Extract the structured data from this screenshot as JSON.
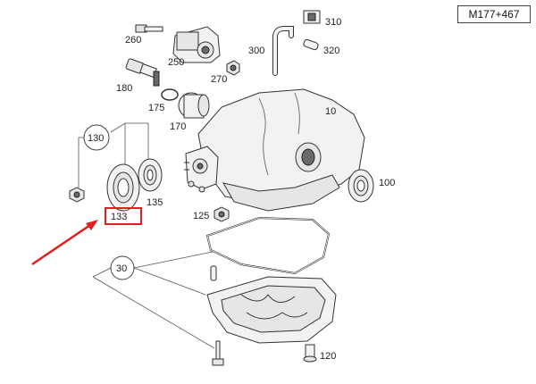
{
  "model_code": "M177+467",
  "colors": {
    "callout_red": "#e0201c",
    "line": "#333333"
  },
  "labels": {
    "p10": "10",
    "p30": "30",
    "p100": "100",
    "p120": "120",
    "p125": "125",
    "p130": "130",
    "p133": "133",
    "p135": "135",
    "p170": "170",
    "p175": "175",
    "p180": "180",
    "p250": "250",
    "p260": "260",
    "p270": "270",
    "p300": "300",
    "p310": "310",
    "p320": "320"
  }
}
